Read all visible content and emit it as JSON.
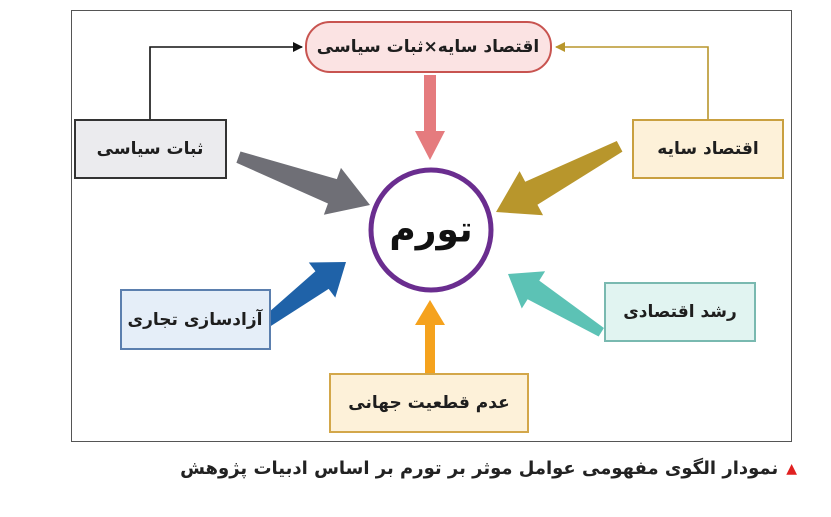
{
  "diagram": {
    "center": {
      "label": "تورم"
    },
    "nodes": {
      "top": {
        "label": "اقتصاد سایه×ثبات سیاسی"
      },
      "political_stability": {
        "label": "ثبات سیاسی"
      },
      "shadow_economy": {
        "label": "اقتصاد سایه"
      },
      "trade_liberalization": {
        "label": "آزادسازی تجاری"
      },
      "economic_growth": {
        "label": "رشد اقتصادی"
      },
      "global_uncertainty": {
        "label": "عدم قطعیت جهانی"
      }
    },
    "colors": {
      "circle_stroke": "#6a2d8f",
      "top_fill": "#fbe3e3",
      "top_stroke": "#c85450",
      "political_fill": "#ebebee",
      "political_stroke": "#333333",
      "shadow_fill": "#fdf1d9",
      "shadow_stroke": "#c9a040",
      "trade_fill": "#e5eef8",
      "trade_stroke": "#5b7fae",
      "growth_fill": "#e1f4f1",
      "growth_stroke": "#79b9b0",
      "uncertainty_fill": "#fdf1d9",
      "uncertainty_stroke": "#d3a74a",
      "arrow_pink": "#e57b7e",
      "arrow_gray": "#6f6f76",
      "arrow_gold": "#b8962c",
      "arrow_blue": "#1f62a8",
      "arrow_teal": "#5cc2b5",
      "arrow_orange": "#f5a21d",
      "connector_black": "#111111",
      "connector_gold": "#b8962c",
      "caption_marker": "#e02020"
    }
  },
  "caption": {
    "marker": "▲",
    "text": "نمودار الگوی مفهومی عوامل موثر بر تورم بر اساس ادبیات پژوهش"
  }
}
